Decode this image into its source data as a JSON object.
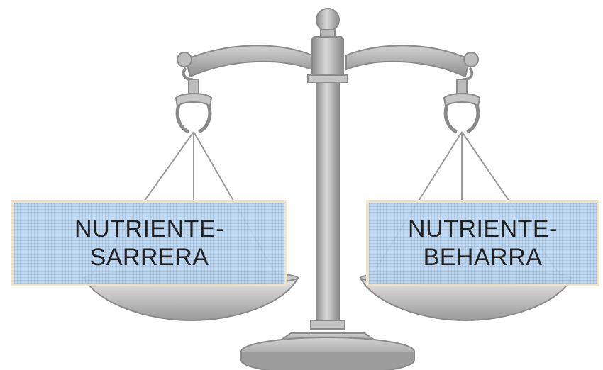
{
  "left_box": {
    "line1": "NUTRIENTE-",
    "line2": "SARRERA"
  },
  "right_box": {
    "line1": "NUTRIENTE-",
    "line2": "BEHARRA"
  },
  "colors": {
    "metal": "#a6a6a6",
    "metal_dark": "#7c7c7c",
    "metal_light": "#d4d4d4",
    "box_fill": "#bcd6ef",
    "box_border": "#efe3c6"
  },
  "icon": "balance-scale-icon"
}
